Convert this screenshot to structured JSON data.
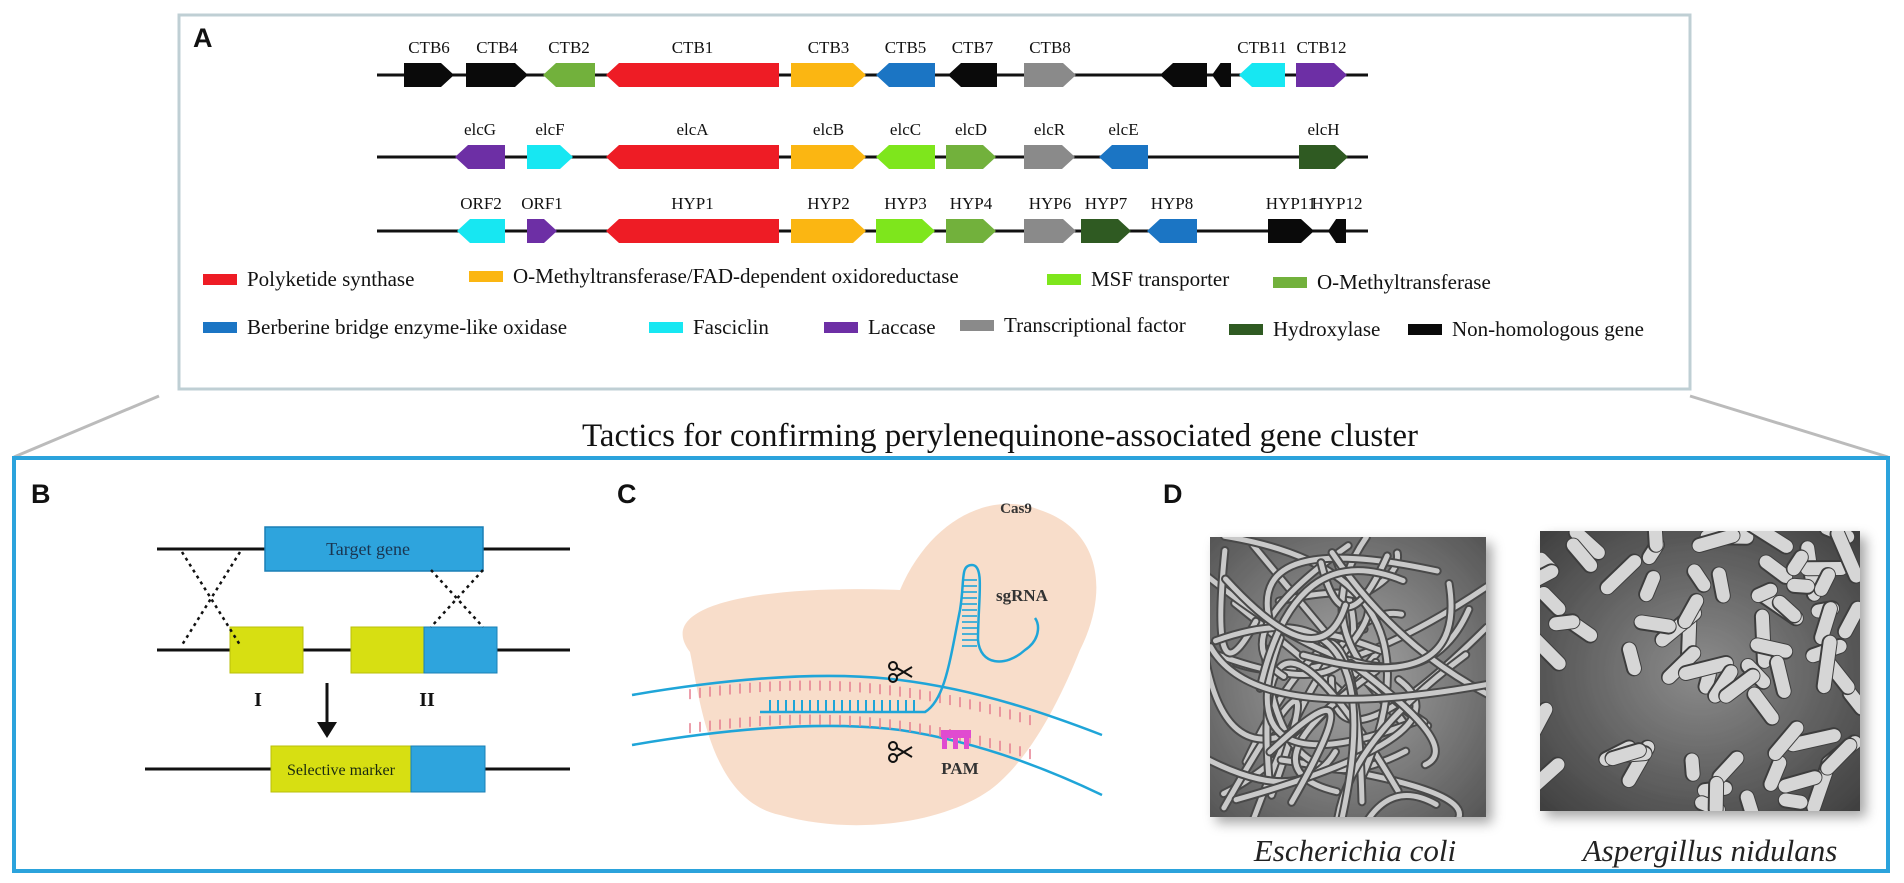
{
  "panels": {
    "a": "A",
    "b": "B",
    "c": "C",
    "d": "D"
  },
  "title": "Tactics for confirming perylenequinone-associated gene cluster",
  "clusters": [
    {
      "genes": [
        {
          "label": "CTB6",
          "color": "black",
          "dir": "r"
        },
        {
          "label": "CTB4",
          "color": "black",
          "dir": "r"
        },
        {
          "label": "CTB2",
          "color": "o_methyl",
          "dir": "l"
        },
        {
          "label": "CTB1",
          "color": "pks",
          "dir": "l"
        },
        {
          "label": "CTB3",
          "color": "omt_fad",
          "dir": "r"
        },
        {
          "label": "CTB5",
          "color": "bbe",
          "dir": "l"
        },
        {
          "label": "CTB7",
          "color": "black",
          "dir": "l"
        },
        {
          "label": "CTB8",
          "color": "tf",
          "dir": "r"
        },
        {
          "label": "",
          "color": "black",
          "dir": "l"
        },
        {
          "label": "",
          "color": "black",
          "dir": "l"
        },
        {
          "label": "CTB11",
          "color": "fasciclin",
          "dir": "l"
        },
        {
          "label": "CTB12",
          "color": "laccase",
          "dir": "r"
        }
      ]
    },
    {
      "genes": [
        {
          "label": "elcG",
          "color": "laccase",
          "dir": "l"
        },
        {
          "label": "elcF",
          "color": "fasciclin",
          "dir": "r"
        },
        {
          "label": "elcA",
          "color": "pks",
          "dir": "l"
        },
        {
          "label": "elcB",
          "color": "omt_fad",
          "dir": "r"
        },
        {
          "label": "elcC",
          "color": "msf",
          "dir": "l"
        },
        {
          "label": "elcD",
          "color": "o_methyl",
          "dir": "r"
        },
        {
          "label": "elcR",
          "color": "tf",
          "dir": "r"
        },
        {
          "label": "elcE",
          "color": "bbe",
          "dir": "l"
        },
        {
          "label": "elcH",
          "color": "hydroxylase",
          "dir": "r"
        }
      ]
    },
    {
      "genes": [
        {
          "label": "ORF2",
          "color": "fasciclin",
          "dir": "l"
        },
        {
          "label": "ORF1",
          "color": "laccase",
          "dir": "r"
        },
        {
          "label": "HYP1",
          "color": "pks",
          "dir": "l"
        },
        {
          "label": "HYP2",
          "color": "omt_fad",
          "dir": "r"
        },
        {
          "label": "HYP3",
          "color": "msf",
          "dir": "r"
        },
        {
          "label": "HYP4",
          "color": "o_methyl",
          "dir": "r"
        },
        {
          "label": "HYP6",
          "color": "tf",
          "dir": "r"
        },
        {
          "label": "HYP7",
          "color": "hydroxylase",
          "dir": "r"
        },
        {
          "label": "HYP8",
          "color": "bbe",
          "dir": "l"
        },
        {
          "label": "HYP11",
          "color": "black",
          "dir": "r"
        },
        {
          "label": "HYP12",
          "color": "black",
          "dir": "l"
        }
      ]
    }
  ],
  "legend": [
    {
      "key": "pks",
      "label": "Polyketide synthase",
      "color": "#ee1c25"
    },
    {
      "key": "omt_fad",
      "label": "O-Methyltransferase/FAD-dependent oxidoreductase",
      "color": "#fbb612"
    },
    {
      "key": "msf",
      "label": "MSF transporter",
      "color": "#7ee61c"
    },
    {
      "key": "o_methyl",
      "label": "O-Methyltransferase",
      "color": "#72b13c"
    },
    {
      "key": "bbe",
      "label": "Berberine bridge enzyme-like oxidase",
      "color": "#1b75c4"
    },
    {
      "key": "fasciclin",
      "label": "Fasciclin",
      "color": "#17e7f2"
    },
    {
      "key": "laccase",
      "label": "Laccase",
      "color": "#6d2fa5"
    },
    {
      "key": "tf",
      "label": "Transcriptional factor",
      "color": "#8a8a8a"
    },
    {
      "key": "hydroxylase",
      "label": "Hydroxylase",
      "color": "#2f5a22"
    },
    {
      "key": "black",
      "label": "Non-homologous gene",
      "color": "#0a0a0a"
    }
  ],
  "panel_b": {
    "target": "Target gene",
    "marker": "Selective marker",
    "roman1": "I",
    "roman2": "II"
  },
  "panel_c": {
    "cas9": "Cas9",
    "sgrna": "sgRNA",
    "pam": "PAM"
  },
  "panel_d": {
    "left_caption": "Escherichia coli",
    "right_caption": "Aspergillus nidulans"
  }
}
